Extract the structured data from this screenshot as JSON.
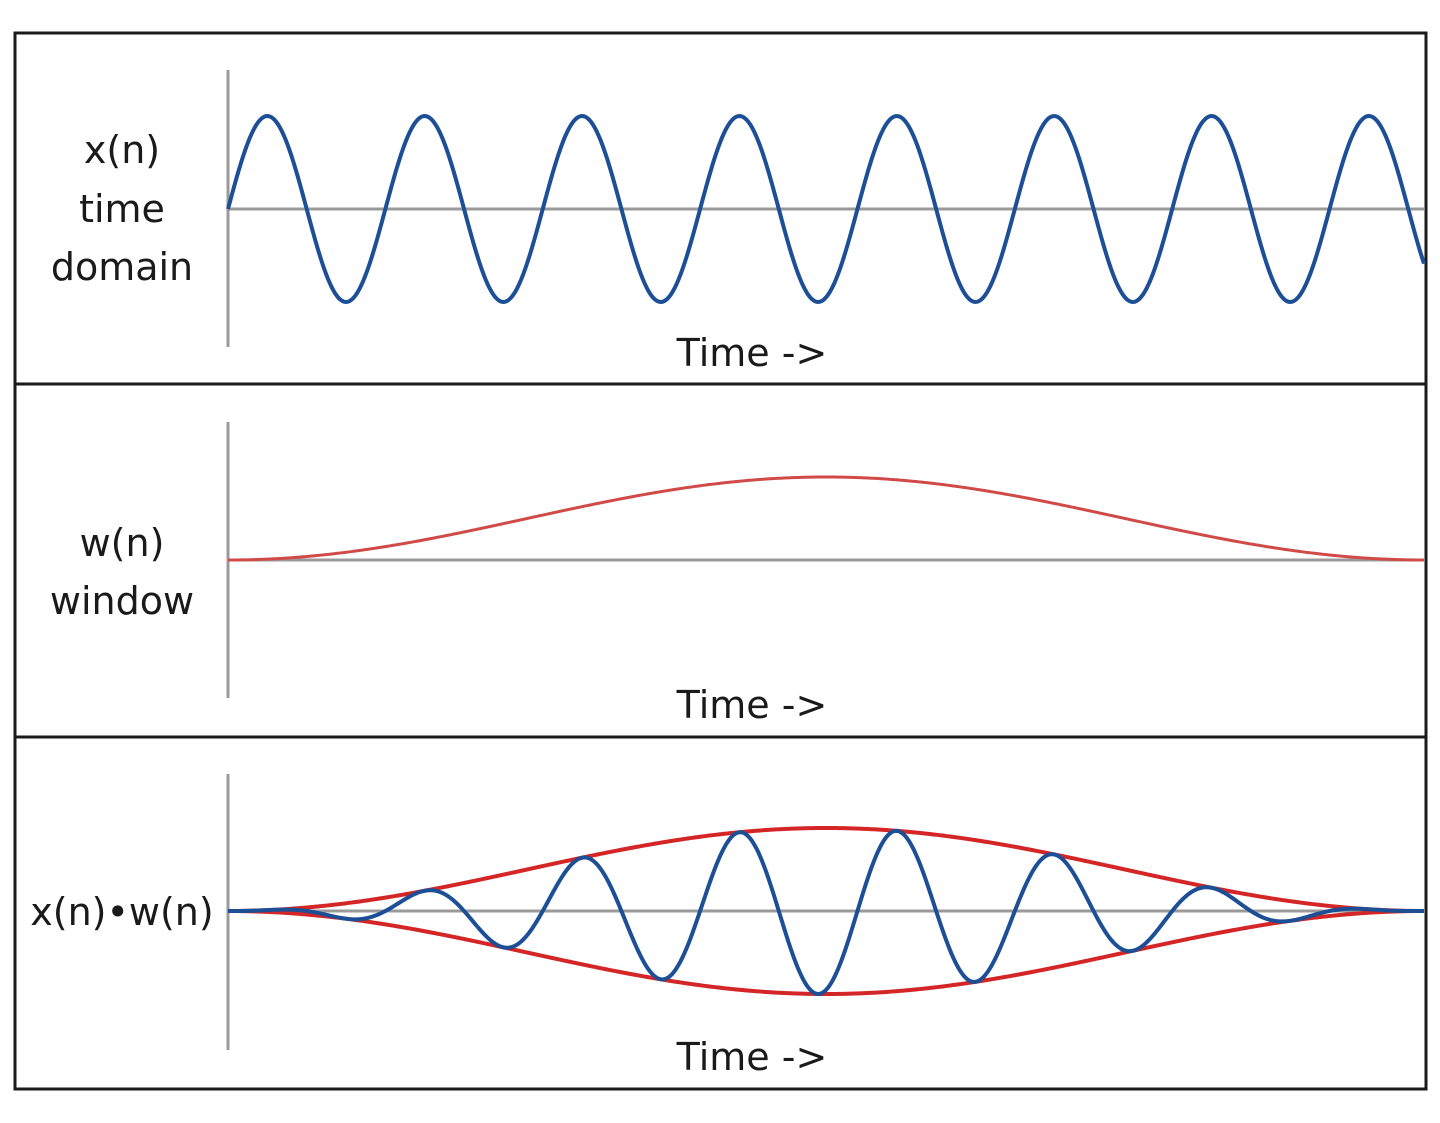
{
  "panels": [
    {
      "id": "signal",
      "label_lines": [
        "x(n)",
        "time",
        "domain"
      ],
      "x_axis_title": "Time ->",
      "curve": "sine"
    },
    {
      "id": "window",
      "label_lines": [
        "w(n)",
        "window"
      ],
      "x_axis_title": "Time ->",
      "curve": "hann"
    },
    {
      "id": "product",
      "label_lines": [
        "x(n)•w(n)"
      ],
      "x_axis_title": "Time ->",
      "curve": "windowed-sine"
    }
  ],
  "signal": {
    "cycles": 7.6,
    "amplitude": 1,
    "start_phase_deg": 0
  },
  "window": {
    "type": "hann",
    "peak": 1
  },
  "colors": {
    "signal": "#1c4f95",
    "window": "#d04b47",
    "envelope": "#d42626",
    "baseline": "#9a9a9a",
    "frame": "#1a1a1a",
    "text": "#1a1a1a"
  }
}
